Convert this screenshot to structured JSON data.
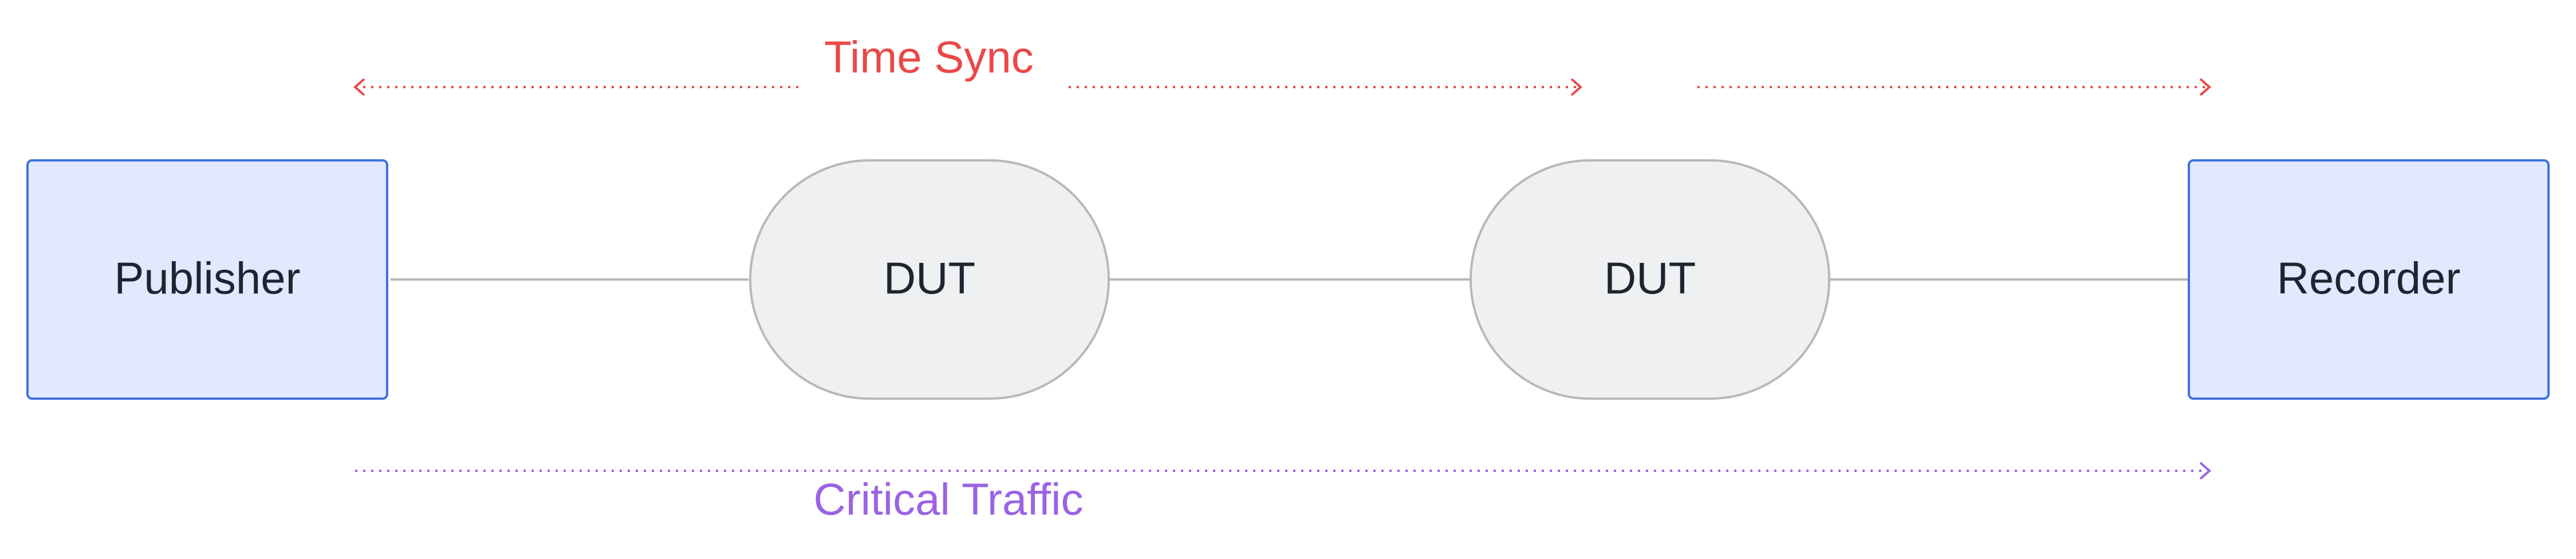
{
  "colors": {
    "box_fill": "#e0e9fd",
    "box_stroke": "#3f72de",
    "dut_fill": "#eff0f1",
    "dut_stroke": "#b8b8b8",
    "link": "#b8b8b8",
    "time_sync": "#ea4848",
    "critical_traffic": "#9a63e6"
  },
  "nodes": {
    "publisher": "Publisher",
    "dut_1": "DUT",
    "dut_2": "DUT",
    "recorder": "Recorder"
  },
  "flows": {
    "time_sync": "Time Sync",
    "critical_traffic": "Critical Traffic"
  }
}
